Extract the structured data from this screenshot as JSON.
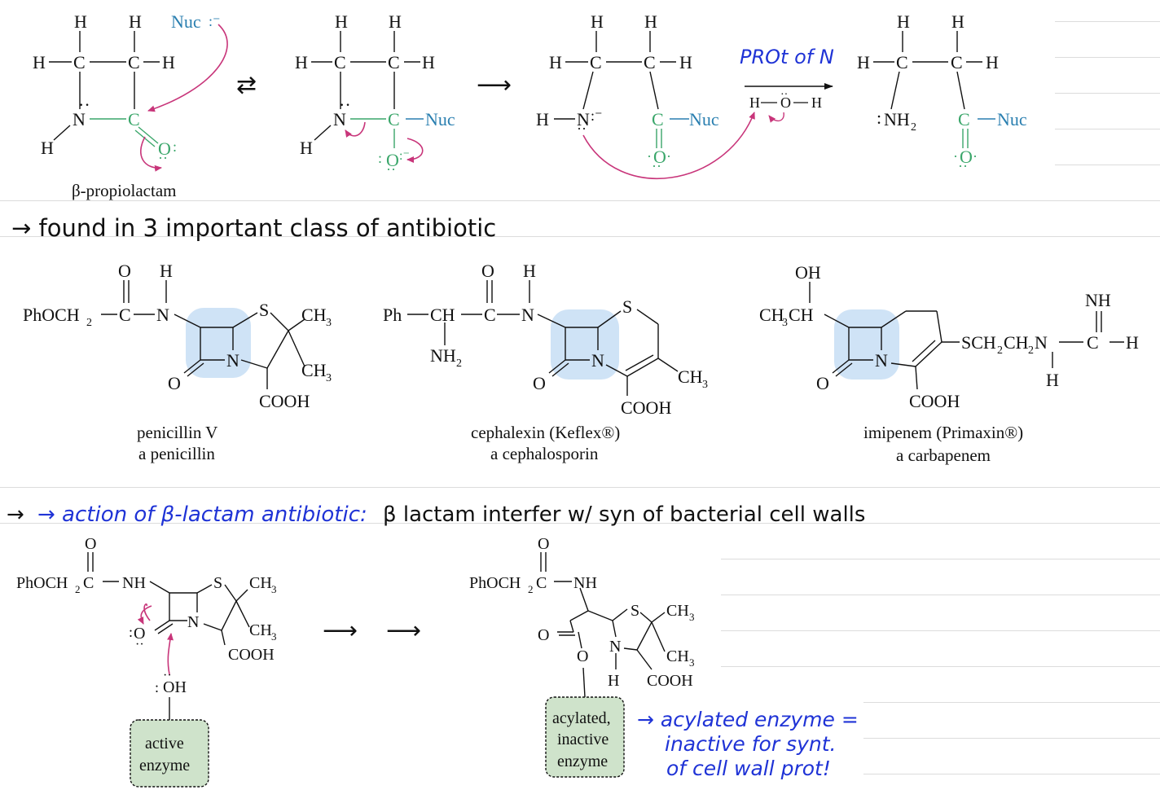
{
  "colors": {
    "ink": "#111111",
    "green": "#3aa66a",
    "blue": "#2a7fb0",
    "magenta": "#c8357a",
    "handwriting": "#1f33d6",
    "highlight": "#cfe3f6",
    "enzyme_fill": "#cfe3cb"
  },
  "mechanism": {
    "s1": {
      "Hl": "H",
      "Hr": "H",
      "HC": "H",
      "C1": "C",
      "C2": "C",
      "CH": "H",
      "N": "N",
      "C": "C",
      "O": "O",
      "NH": "H",
      "nuc": "Nuc",
      "name": "β-propiolactam"
    },
    "equilibrium": "⇄",
    "s2": {
      "Hl": "H",
      "Hr": "H",
      "HC": "H",
      "C1": "C",
      "C2": "C",
      "CH": "H",
      "N": "N",
      "C": "C",
      "nuc": "Nuc",
      "O": "O",
      "NH": "H"
    },
    "forward_arrow": "⟶",
    "s3": {
      "Hl": "H",
      "Hr": "H",
      "HC": "H",
      "C1": "C",
      "C2": "C",
      "CH": "H",
      "HN": "H",
      "N": "N",
      "C": "C",
      "nuc": "Nuc",
      "O": "O"
    },
    "note": "PROt of N",
    "reagent": {
      "H1": "H",
      "O": "O",
      "H2": "H"
    },
    "s4": {
      "Hl": "H",
      "Hr": "H",
      "HC": "H",
      "C1": "C",
      "C2": "C",
      "CH": "H",
      "NH2": "NH",
      "sub2": "2",
      "C": "C",
      "nuc": "Nuc",
      "O": "O"
    }
  },
  "note1": "→ found in 3 important class of antibiotic",
  "antibiotics": [
    {
      "name": "penicillin V",
      "class": "a penicillin",
      "labels": {
        "O": "O",
        "H": "H",
        "side": "PhOCH",
        "side_sub": "2",
        "C": "C",
        "N": "N",
        "S": "S",
        "CH3a": "CH",
        "CH3b": "CH",
        "sub3": "3",
        "Nring": "N",
        "Oring": "O",
        "COOH": "COOH"
      }
    },
    {
      "name": "cephalexin (Keflex®)",
      "class": "a cephalosporin",
      "labels": {
        "O": "O",
        "H": "H",
        "Ph": "Ph",
        "CH": "CH",
        "C": "C",
        "N": "N",
        "NH2": "NH",
        "sub2": "2",
        "S": "S",
        "Nring": "N",
        "Oring": "O",
        "CH3": "CH",
        "sub3": "3",
        "COOH": "COOH"
      }
    },
    {
      "name": "imipenem (Primaxin®)",
      "class": "a carbapenem",
      "labels": {
        "OH": "OH",
        "CH3CH": "CH",
        "CH3CH_b": "CH",
        "sub3": "3",
        "Nring": "N",
        "Oring": "O",
        "side": "SCH",
        "side_b": "CH",
        "side_c": "N",
        "sub2": "2",
        "C": "C",
        "H": "H",
        "NH": "NH",
        "Hbottom": "H",
        "COOH": "COOH"
      }
    }
  ],
  "note2_a": "→ action of β-lactam antibiotic:",
  "note2_b": "β lactam interfer w/ syn of bacterial cell walls",
  "action": {
    "left": {
      "O": "O",
      "side": "PhOCH",
      "sub2": "2",
      "C": "C",
      "NH": "NH",
      "S": "S",
      "CH3a": "CH",
      "CH3b": "CH",
      "sub3": "3",
      "Nring": "N",
      "Oring": "O",
      "COOH": "COOH",
      "OH": "OH",
      "enzyme_line1": "active",
      "enzyme_line2": "enzyme"
    },
    "arrows": [
      "⟶",
      "⟶"
    ],
    "right": {
      "O": "O",
      "side": "PhOCH",
      "sub2": "2",
      "C": "C",
      "NH": "NH",
      "S": "S",
      "CH3a": "CH",
      "CH3b": "CH",
      "sub3": "3",
      "N": "N",
      "H": "H",
      "Oester": "O",
      "Ocarb": "O",
      "COOH": "COOH",
      "enzyme_line1": "acylated,",
      "enzyme_line2": "inactive",
      "enzyme_line3": "enzyme"
    },
    "note_l1": "→ acylated enzyme =",
    "note_l2": "inactive for synt.",
    "note_l3": "of cell wall prot!"
  }
}
